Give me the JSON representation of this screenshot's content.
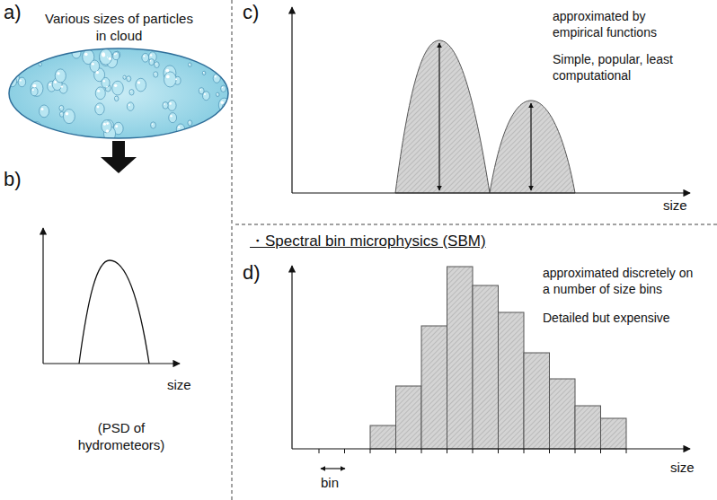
{
  "diagram": {
    "labels": [
      "a)",
      "Various sizes of particles in cloud",
      "b)",
      "size",
      "(PSD of hydrometeors)",
      "c)",
      "approximated by empirical functions",
      "Simple, popular, least computational",
      "size",
      "・Spectral bin microphysics (SBM)",
      "d)",
      "approximated discretely on a number of size bins",
      "Detailed but expensive",
      "size",
      "bin"
    ]
  }
}
